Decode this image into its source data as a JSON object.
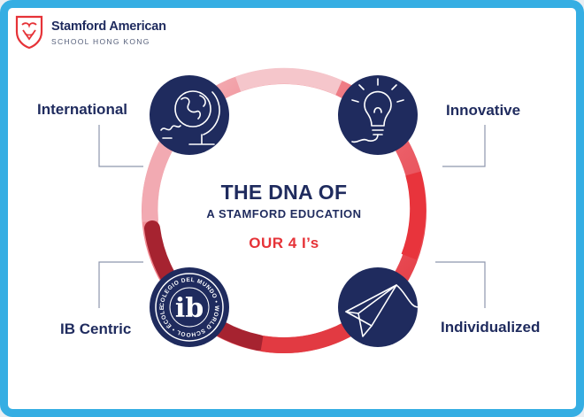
{
  "logo": {
    "name": "Stamford American",
    "subtitle": "SCHOOL HONG KONG"
  },
  "diagram": {
    "title": "THE DNA OF",
    "subtitle": "A STAMFORD EDUCATION",
    "highlight": "OUR 4 I’s",
    "pillars": [
      {
        "label": "International",
        "icon": "globe-icon"
      },
      {
        "label": "Innovative",
        "icon": "lightbulb-icon"
      },
      {
        "label": "IB Centric",
        "icon": "ib-seal-icon"
      },
      {
        "label": "Individualized",
        "icon": "paper-plane-icon"
      }
    ],
    "seal_text": "COLEGIO DEL MUNDO • WORLD SCHOOL • ÉCOLE DU MONDE •",
    "seal_mark": "ib"
  },
  "colors": {
    "frame": "#35aee3",
    "navy": "#1f2b5e",
    "red": "#e63338",
    "ring_light": "#f2b3ba",
    "ring_dark": "#a62330"
  }
}
